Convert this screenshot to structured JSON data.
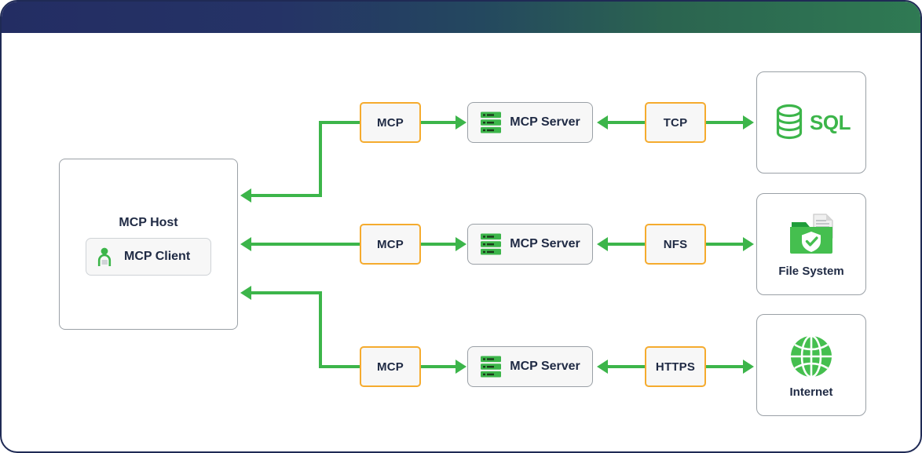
{
  "theme": {
    "arrow_color": "#3cb54a",
    "protocol_border": "#f5ab2e",
    "node_border": "#9aa0a6",
    "text_color": "#1f2a44",
    "topbar_gradient_from": "#232d63",
    "topbar_gradient_to": "#2f7a53",
    "card_border": "#1f2a55",
    "icon_green": "#3cb54a"
  },
  "host": {
    "title": "MCP Host",
    "client": {
      "label": "MCP Client",
      "icon": "person-icon"
    }
  },
  "rows": [
    {
      "protocol": "MCP",
      "server": {
        "label": "MCP Server",
        "icon": "server-stack-icon"
      },
      "transport": "TCP",
      "resource": {
        "label": "SQL",
        "icon": "database-icon",
        "label_inline": true
      }
    },
    {
      "protocol": "MCP",
      "server": {
        "label": "MCP Server",
        "icon": "server-stack-icon"
      },
      "transport": "NFS",
      "resource": {
        "label": "File System",
        "icon": "folder-shield-icon",
        "label_inline": false
      }
    },
    {
      "protocol": "MCP",
      "server": {
        "label": "MCP Server",
        "icon": "server-stack-icon"
      },
      "transport": "HTTPS",
      "resource": {
        "label": "Internet",
        "icon": "globe-icon",
        "label_inline": false
      }
    }
  ]
}
